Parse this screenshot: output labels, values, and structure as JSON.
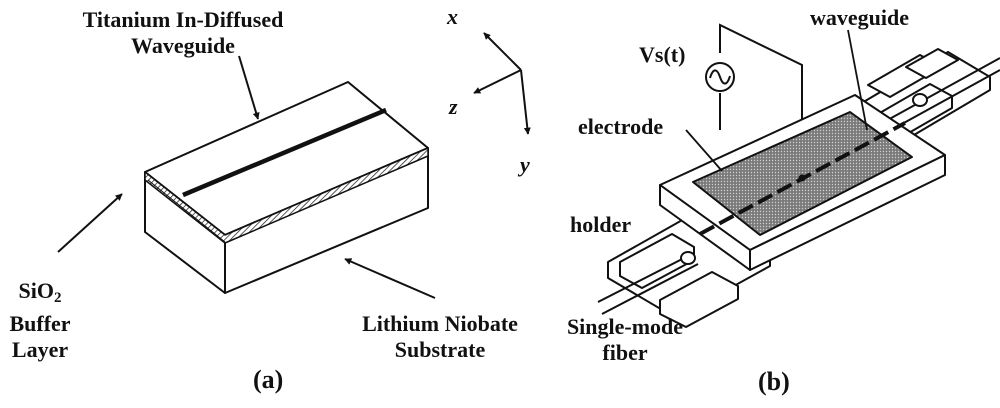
{
  "figure_a": {
    "label_titanium_line1": "Titanium In-Diffused",
    "label_titanium_line2": "Waveguide",
    "label_sio2_main": "SiO",
    "label_sio2_sub": "2",
    "label_buffer": "Buffer",
    "label_layer": "Layer",
    "label_lithium_line1": "Lithium Niobate",
    "label_lithium_line2": "Substrate",
    "caption": "(a)"
  },
  "axes": {
    "x": "x",
    "y": "y",
    "z": "z"
  },
  "figure_b": {
    "label_vs": "Vs(t)",
    "label_waveguide": "waveguide",
    "label_electrode": "electrode",
    "label_holder": "holder",
    "label_fiber_line1": "Single-mode",
    "label_fiber_line2": "fiber",
    "caption": "(b)"
  },
  "colors": {
    "ink": "#111111",
    "electrode_fill": "#8a8a8a",
    "background": "#ffffff"
  }
}
